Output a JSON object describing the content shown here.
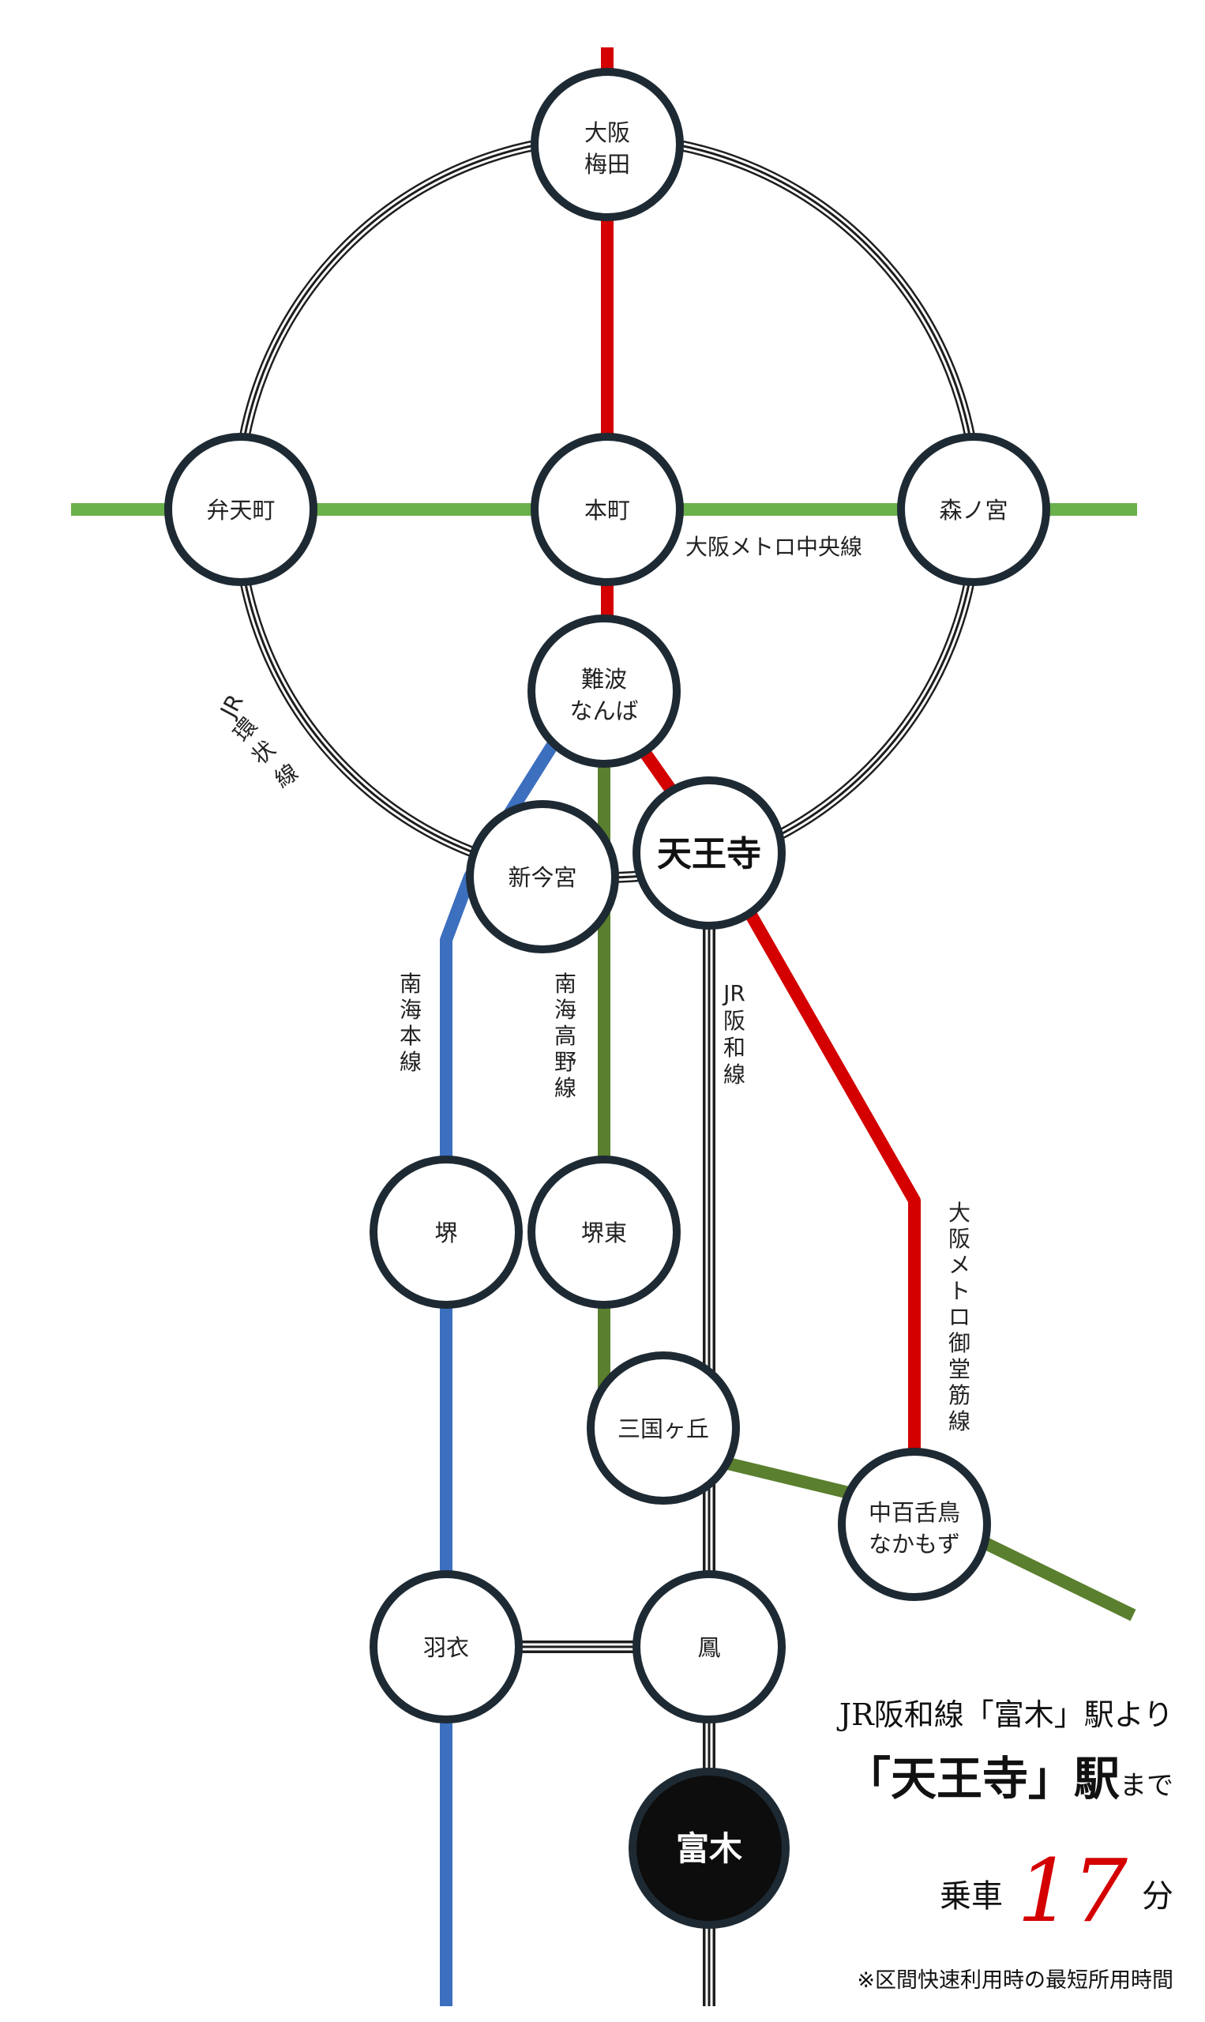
{
  "stations": {
    "umeda": {
      "line1": "大阪",
      "line2": "梅田"
    },
    "bentencho": {
      "line1": "弁天町"
    },
    "honmachi": {
      "line1": "本町"
    },
    "morinomiya": {
      "line1": "森ノ宮"
    },
    "namba": {
      "line1": "難波",
      "line2": "なんば"
    },
    "shinimamiya": {
      "line1": "新今宮"
    },
    "tennoji": {
      "line1": "天王寺"
    },
    "sakai": {
      "line1": "堺"
    },
    "sakaihigashi": {
      "line1": "堺東"
    },
    "mikunigaoka": {
      "line1": "三国ヶ丘"
    },
    "nakamozu": {
      "line1": "中百舌鳥",
      "line2": "なかもず"
    },
    "hagoromo": {
      "line1": "羽衣"
    },
    "otori": {
      "line1": "鳳"
    },
    "tomiki": {
      "line1": "富木"
    }
  },
  "lines": {
    "chuo": "大阪メトロ中央線",
    "loop": [
      "JR",
      "環",
      "状",
      "線"
    ],
    "nankai_main": [
      "南",
      "海",
      "本",
      "線"
    ],
    "nankai_koya": [
      "南",
      "海",
      "高",
      "野",
      "線"
    ],
    "hanwa": [
      "JR",
      "阪",
      "和",
      "線"
    ],
    "midosuji": [
      "大",
      "阪",
      "メ",
      "ト",
      "ロ",
      "御",
      "堂",
      "筋",
      "線"
    ]
  },
  "info": {
    "line1": "JR阪和線「富木」駅より",
    "line2_main": "「天王寺」駅",
    "line2_suffix": "まで",
    "line3_prefix": "乗車",
    "minutes": "17",
    "line3_suffix": "分",
    "note": "※区間快速利用時の最短所用時間"
  },
  "colors": {
    "midosuji_red": "#d40000",
    "chuo_green": "#6ab04c",
    "nankai_main_blue": "#3d6fbf",
    "koya_olive": "#5a7f2e",
    "jr_black": "#1e1e1e",
    "station_stroke": "#1e2a33",
    "goal_fill": "#0d0d0d"
  }
}
